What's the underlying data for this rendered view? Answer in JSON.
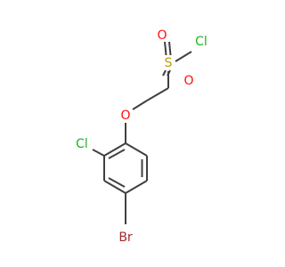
{
  "molecule": {
    "atoms": {
      "oxygen_ether": {
        "symbol": "O",
        "color": "#ff0d0d"
      },
      "sulfur": {
        "symbol": "S",
        "color": "#b8a000"
      },
      "oxygen_sulfonyl_top": {
        "symbol": "O",
        "color": "#ff0d0d"
      },
      "oxygen_sulfonyl_bottom": {
        "symbol": "O",
        "color": "#ff0d0d"
      },
      "chlorine_sulfonyl": {
        "symbol": "Cl",
        "color": "#1fb51f"
      },
      "chlorine_ring": {
        "symbol": "Cl",
        "color": "#1fb51f"
      },
      "bromine": {
        "symbol": "Br",
        "color": "#a62929"
      }
    },
    "bond_color": "#404040"
  }
}
